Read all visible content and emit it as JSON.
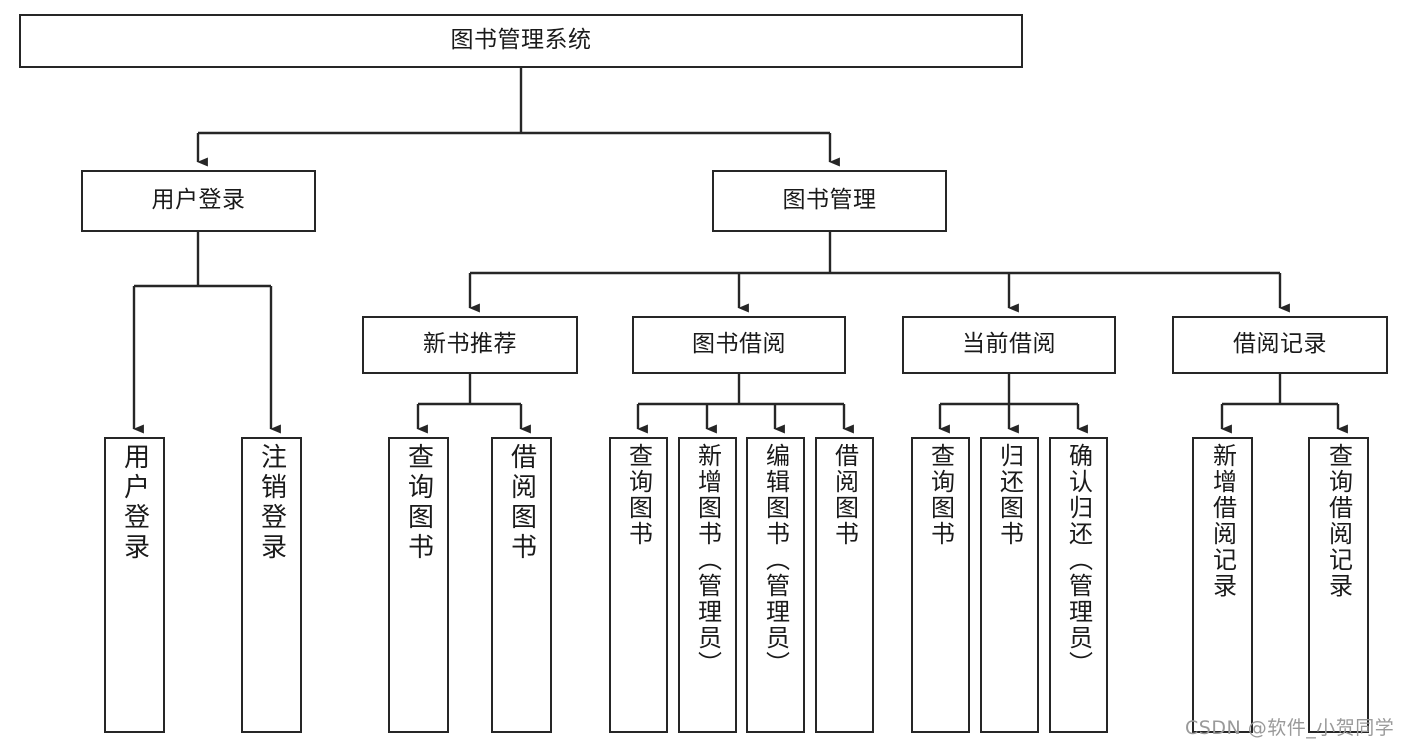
{
  "diagram": {
    "type": "tree",
    "title": "图书管理系统",
    "watermark": "CSDN @软件_小贺同学",
    "colors": {
      "stroke": "#262626",
      "fill": "#ffffff",
      "text": "#1a1a1a",
      "watermark": "#9a9a9a"
    },
    "nodes": {
      "root": {
        "label": "图书管理系统",
        "orientation": "horizontal",
        "level": 1
      },
      "l2_user_login": {
        "label": "用户登录",
        "orientation": "horizontal",
        "level": 2
      },
      "l2_book_manage": {
        "label": "图书管理",
        "orientation": "horizontal",
        "level": 2
      },
      "l3_new_book_rec": {
        "label": "新书推荐",
        "orientation": "horizontal",
        "level": 3
      },
      "l3_book_borrow": {
        "label": "图书借阅",
        "orientation": "horizontal",
        "level": 3
      },
      "l3_current_borrow": {
        "label": "当前借阅",
        "orientation": "horizontal",
        "level": 3
      },
      "l3_borrow_record": {
        "label": "借阅记录",
        "orientation": "horizontal",
        "level": 3
      },
      "leaf_user_login": {
        "label": "用户登录",
        "orientation": "vertical",
        "level": 3
      },
      "leaf_logout": {
        "label": "注销登录",
        "orientation": "vertical",
        "level": 3
      },
      "leaf_query_book_1": {
        "label": "查询图书",
        "orientation": "vertical",
        "level": 4
      },
      "leaf_borrow_book_1": {
        "label": "借阅图书",
        "orientation": "vertical",
        "level": 4
      },
      "leaf_query_book_2": {
        "label": "查询图书",
        "orientation": "vertical",
        "level": 4
      },
      "leaf_add_book": {
        "label": "新增图书（管理员）",
        "orientation": "vertical",
        "level": 4
      },
      "leaf_edit_book": {
        "label": "编辑图书（管理员）",
        "orientation": "vertical",
        "level": 4
      },
      "leaf_borrow_book_2": {
        "label": "借阅图书",
        "orientation": "vertical",
        "level": 4
      },
      "leaf_query_book_3": {
        "label": "查询图书",
        "orientation": "vertical",
        "level": 4
      },
      "leaf_return_book": {
        "label": "归还图书",
        "orientation": "vertical",
        "level": 4
      },
      "leaf_confirm_return": {
        "label": "确认归还（管理员）",
        "orientation": "vertical",
        "level": 4
      },
      "leaf_add_record": {
        "label": "新增借阅记录",
        "orientation": "vertical",
        "level": 4
      },
      "leaf_query_record": {
        "label": "查询借阅记录",
        "orientation": "vertical",
        "level": 4
      }
    },
    "edges": [
      {
        "from": "root",
        "to": "l2_user_login"
      },
      {
        "from": "root",
        "to": "l2_book_manage"
      },
      {
        "from": "l2_user_login",
        "to": "leaf_user_login"
      },
      {
        "from": "l2_user_login",
        "to": "leaf_logout"
      },
      {
        "from": "l2_book_manage",
        "to": "l3_new_book_rec"
      },
      {
        "from": "l2_book_manage",
        "to": "l3_book_borrow"
      },
      {
        "from": "l2_book_manage",
        "to": "l3_current_borrow"
      },
      {
        "from": "l2_book_manage",
        "to": "l3_borrow_record"
      },
      {
        "from": "l3_new_book_rec",
        "to": "leaf_query_book_1"
      },
      {
        "from": "l3_new_book_rec",
        "to": "leaf_borrow_book_1"
      },
      {
        "from": "l3_book_borrow",
        "to": "leaf_query_book_2"
      },
      {
        "from": "l3_book_borrow",
        "to": "leaf_add_book"
      },
      {
        "from": "l3_book_borrow",
        "to": "leaf_edit_book"
      },
      {
        "from": "l3_book_borrow",
        "to": "leaf_borrow_book_2"
      },
      {
        "from": "l3_current_borrow",
        "to": "leaf_query_book_3"
      },
      {
        "from": "l3_current_borrow",
        "to": "leaf_return_book"
      },
      {
        "from": "l3_current_borrow",
        "to": "leaf_confirm_return"
      },
      {
        "from": "l3_borrow_record",
        "to": "leaf_add_record"
      },
      {
        "from": "l3_borrow_record",
        "to": "leaf_query_record"
      }
    ]
  }
}
